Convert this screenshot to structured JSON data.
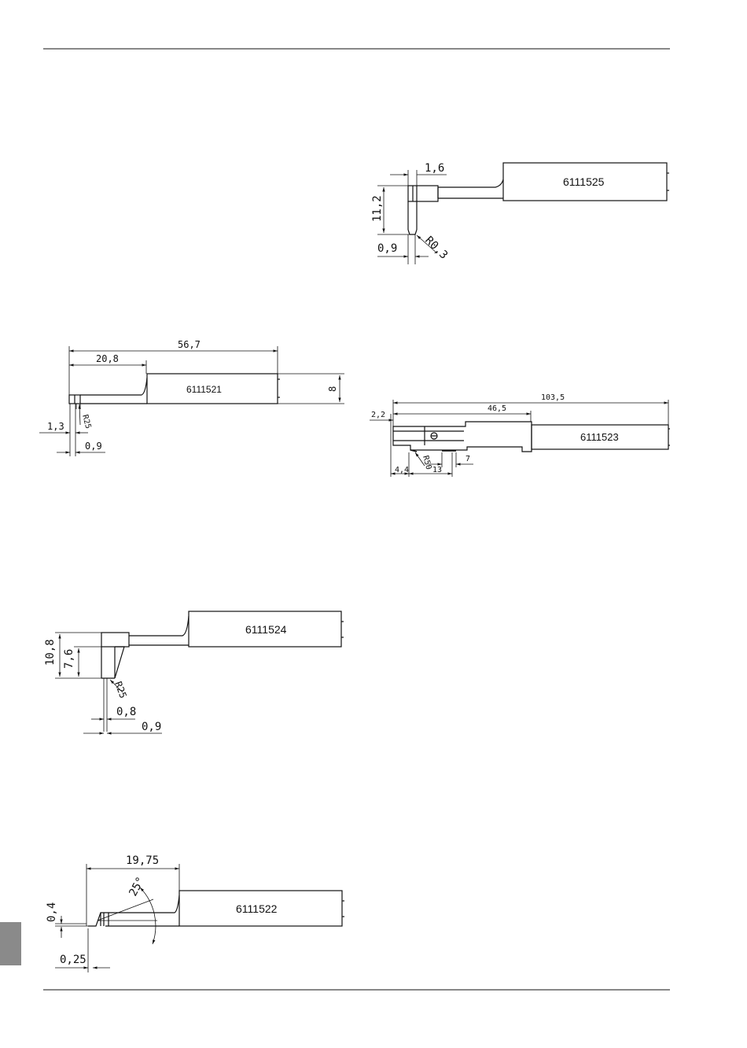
{
  "colors": {
    "line": "#111111",
    "background": "#ffffff",
    "side_tab": "#8a8a8a"
  },
  "styli": [
    {
      "id": "s5",
      "part_number": "6111525",
      "dims": [
        "1,6",
        "11,2",
        "0,9",
        "R0,3"
      ]
    },
    {
      "id": "s1",
      "part_number": "6111521",
      "dims": [
        "56,7",
        "20,8",
        "8",
        "1,3",
        "R25",
        "0,9"
      ]
    },
    {
      "id": "s3",
      "part_number": "6111523",
      "dims": [
        "103,5",
        "46,5",
        "2,2",
        "R50",
        "7",
        "4,4",
        "13"
      ]
    },
    {
      "id": "s4",
      "part_number": "6111524",
      "dims": [
        "10,8",
        "7,6",
        "R25",
        "0,8",
        "0,9"
      ]
    },
    {
      "id": "s2",
      "part_number": "6111522",
      "dims": [
        "19,75",
        "25°",
        "0,4",
        "0,25"
      ]
    }
  ]
}
